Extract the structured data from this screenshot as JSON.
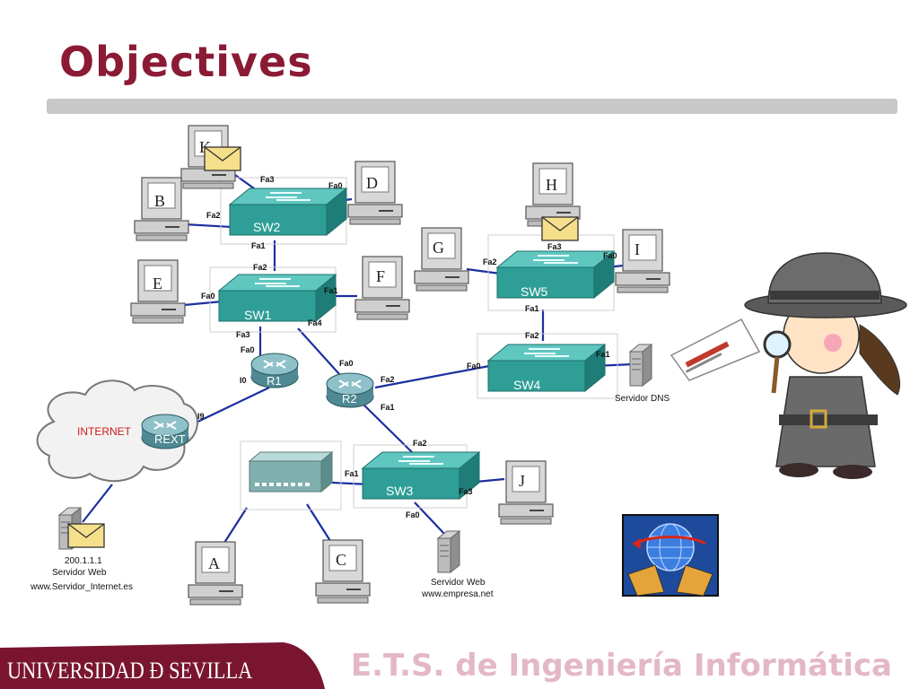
{
  "slide": {
    "title": "Objectives",
    "footer_university": "UNIVERSIDAD Ð SEVILLA",
    "footer_school": "E.T.S. de Ingeniería Informática"
  },
  "colors": {
    "title": "#8b1a35",
    "switch": "#2e9e96",
    "link": "#1c2fa0",
    "footer_band": "#7a1530",
    "footer_text": "#e3b8c4"
  },
  "diagram": {
    "pcs": [
      "K",
      "B",
      "D",
      "E",
      "F",
      "G",
      "H",
      "I",
      "A",
      "C",
      "J"
    ],
    "switches": [
      "SW2",
      "SW1",
      "SW5",
      "SW4",
      "SW3"
    ],
    "routers": [
      "R1",
      "R2",
      "REXT"
    ],
    "cloud_label": "INTERNET",
    "ports": {
      "sw2_fa3": "Fa3",
      "sw2_fa0": "Fa0",
      "sw2_fa2": "Fa2",
      "sw2_fa1": "Fa1",
      "sw1_fa2": "Fa2",
      "sw1_fa0": "Fa0",
      "sw1_fa1": "Fa1",
      "sw1_fa3": "Fa3",
      "sw1_fa4": "Fa4",
      "r1_fa0": "Fa0",
      "r1_i0": "I0",
      "r2_fa0": "Fa0",
      "r2_fa2": "Fa2",
      "r2_fa1": "Fa1",
      "rext_i9": "I9",
      "sw5_fa3": "Fa3",
      "sw5_fa0": "Fa0",
      "sw5_fa2": "Fa2",
      "sw5_fa1": "Fa1",
      "sw4_fa2": "Fa2",
      "sw4_fa0": "Fa0",
      "sw4_fa1": "Fa1",
      "sw3_fa2": "Fa2",
      "sw3_fa1": "Fa1",
      "sw3_fa3": "Fa3",
      "sw3_fa0": "Fa0"
    },
    "servers": {
      "dns": "Servidor DNS",
      "internet_ip": "200.1.1.1",
      "internet_name": "Servidor Web",
      "internet_url": "www.Servidor_Internet.es",
      "empresa_name": "Servidor Web",
      "empresa_url": "www.empresa.net"
    }
  }
}
